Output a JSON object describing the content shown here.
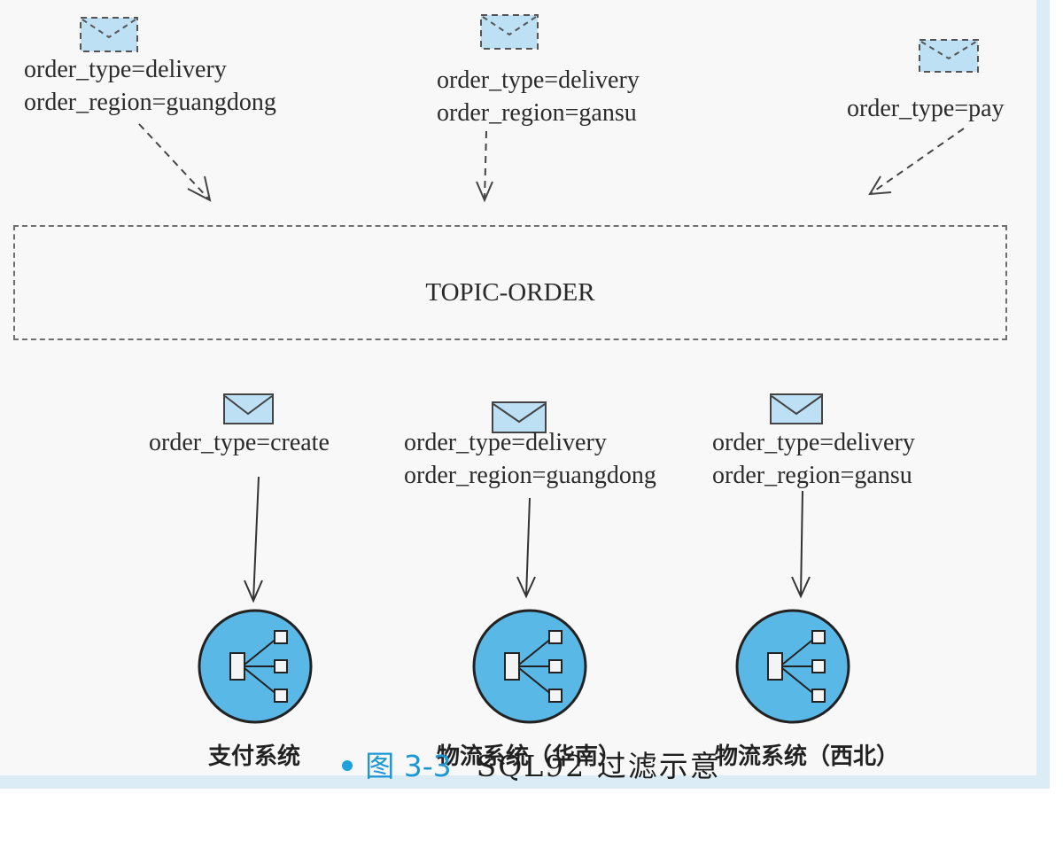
{
  "producers": [
    {
      "lines": [
        "order_type=delivery",
        "order_region=guangdong"
      ]
    },
    {
      "lines": [
        "order_type=delivery",
        "order_region=gansu"
      ]
    },
    {
      "lines": [
        "order_type=pay"
      ]
    }
  ],
  "topic": {
    "name": "TOPIC-ORDER"
  },
  "consumers": [
    {
      "lines": [
        "order_type=create"
      ],
      "system": "支付系统"
    },
    {
      "lines": [
        "order_type=delivery",
        "order_region=guangdong"
      ],
      "system": "物流系统（华南）"
    },
    {
      "lines": [
        "order_type=delivery",
        "order_region=gansu"
      ],
      "system": "物流系统（西北）"
    }
  ],
  "caption": {
    "figure": "图 3-3",
    "title": "SQL92 过滤示意"
  },
  "colors": {
    "envelope_fill": "#bde0f4",
    "system_circle": "#5ab8e6",
    "accent": "#1ea1dd"
  }
}
